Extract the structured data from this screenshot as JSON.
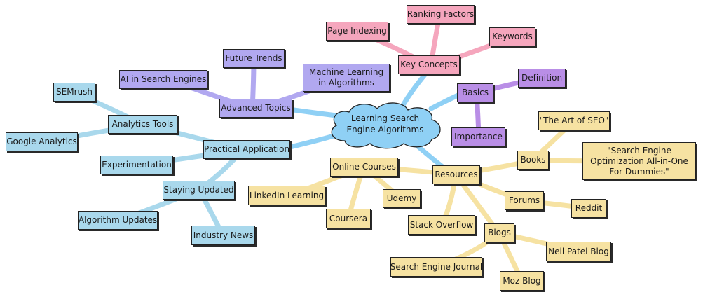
{
  "diagram": {
    "root": "Learning Search Engine Algorithms",
    "colors": {
      "key_concepts": "#f5a6bd",
      "advanced_topics": "#b1a8f0",
      "basics": "#b98ee6",
      "practical_application": "#a9d8ec",
      "resources": "#f6e2a2",
      "root": "#8fd0f5"
    },
    "key_concepts": {
      "label": "Key Concepts",
      "page_indexing": "Page Indexing",
      "ranking_factors": "Ranking Factors",
      "keywords": "Keywords"
    },
    "advanced_topics": {
      "label": "Advanced Topics",
      "future_trends": "Future Trends",
      "ai_in_search_engines": "AI in Search Engines",
      "machine_learning": "Machine Learning in Algorithms"
    },
    "basics": {
      "label": "Basics",
      "definition": "Definition",
      "importance": "Importance"
    },
    "practical_application": {
      "label": "Practical Application",
      "analytics_tools": "Analytics Tools",
      "semrush": "SEMrush",
      "google_analytics": "Google Analytics",
      "experimentation": "Experimentation",
      "staying_updated": "Staying Updated",
      "algorithm_updates": "Algorithm Updates",
      "industry_news": "Industry News"
    },
    "resources": {
      "label": "Resources",
      "online_courses": "Online Courses",
      "linkedin_learning": "LinkedIn Learning",
      "coursera": "Coursera",
      "udemy": "Udemy",
      "books": "Books",
      "book_art_of_seo": "\"The Art of SEO\"",
      "book_for_dummies": "\"Search Engine Optimization All-in-One For Dummies\"",
      "forums": "Forums",
      "reddit": "Reddit",
      "stack_overflow": "Stack Overflow",
      "blogs": "Blogs",
      "neil_patel_blog": "Neil Patel Blog",
      "search_engine_journal": "Search Engine Journal",
      "moz_blog": "Moz Blog"
    }
  }
}
